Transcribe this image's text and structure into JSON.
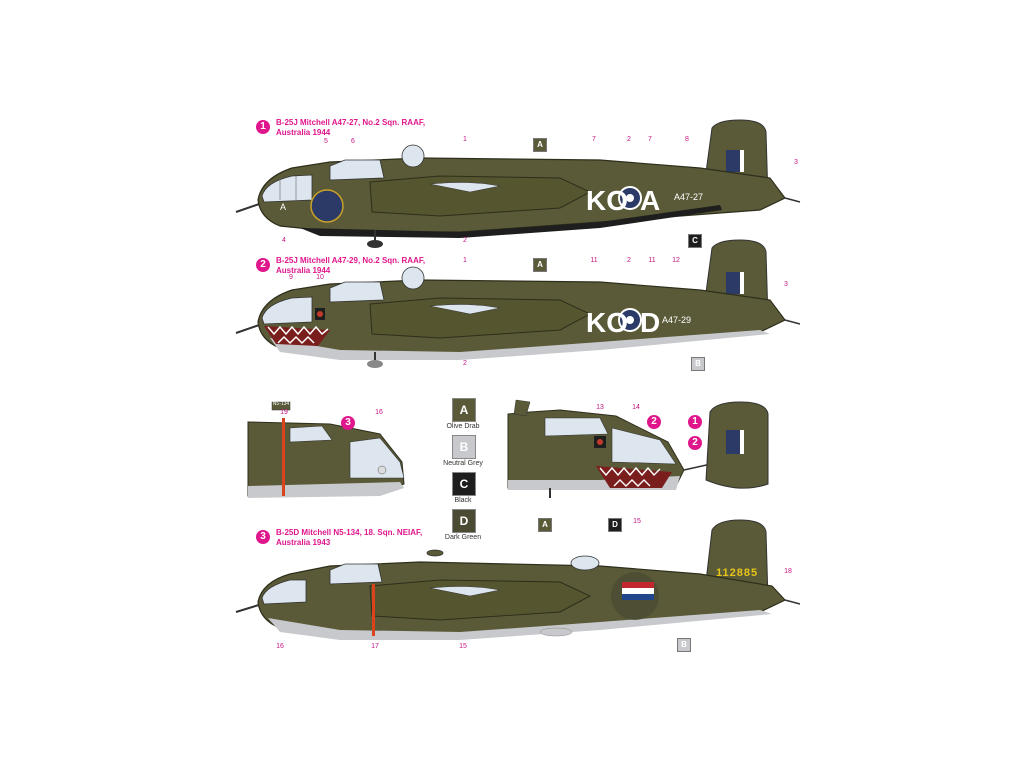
{
  "colors": {
    "olive_drab": "#5a5a38",
    "neutral_grey": "#c8c9cc",
    "black": "#1e1e1e",
    "dark_green": "#4a4b32",
    "magenta": "#e0168c",
    "roundel_blue": "#2b3a66",
    "glass": "#dde6ee"
  },
  "profiles": [
    {
      "marker": "1",
      "caption_line1": "B-25J Mitchell A47-27, No.2 Sqn. RAAF,",
      "caption_line2": "Australia 1944",
      "code_left": "KO",
      "code_right": "A",
      "serial": "A47-27",
      "nose_letter": "A"
    },
    {
      "marker": "2",
      "caption_line1": "B-25J Mitchell A47-29, No.2 Sqn. RAAF,",
      "caption_line2": "Australia 1944",
      "code_left": "KO",
      "code_right": "D",
      "serial": "A47-29"
    },
    {
      "marker": "3",
      "caption_line1": "B-25D Mitchell N5-134, 18. Sqn. NEIAF,",
      "caption_line2": "Australia 1943",
      "tail_serial": "N5-134",
      "tail_number": "112885"
    }
  ],
  "legend": [
    {
      "letter": "A",
      "label": "Olive Drab"
    },
    {
      "letter": "B",
      "label": "Neutral Grey"
    },
    {
      "letter": "C",
      "label": "Black"
    },
    {
      "letter": "D",
      "label": "Dark Green"
    }
  ],
  "callouts": {
    "p1": [
      "1",
      "2",
      "3",
      "4",
      "5",
      "6",
      "7",
      "2",
      "7",
      "8"
    ],
    "p2": [
      "1",
      "2",
      "3",
      "9",
      "10",
      "11",
      "2",
      "11",
      "12"
    ],
    "d3": [
      "19",
      "16"
    ],
    "d2": [
      "13",
      "14"
    ],
    "p3": [
      "15",
      "16",
      "17",
      "15",
      "18"
    ]
  },
  "small_markers": [
    "A",
    "C",
    "A",
    "B",
    "A",
    "D",
    "B"
  ]
}
